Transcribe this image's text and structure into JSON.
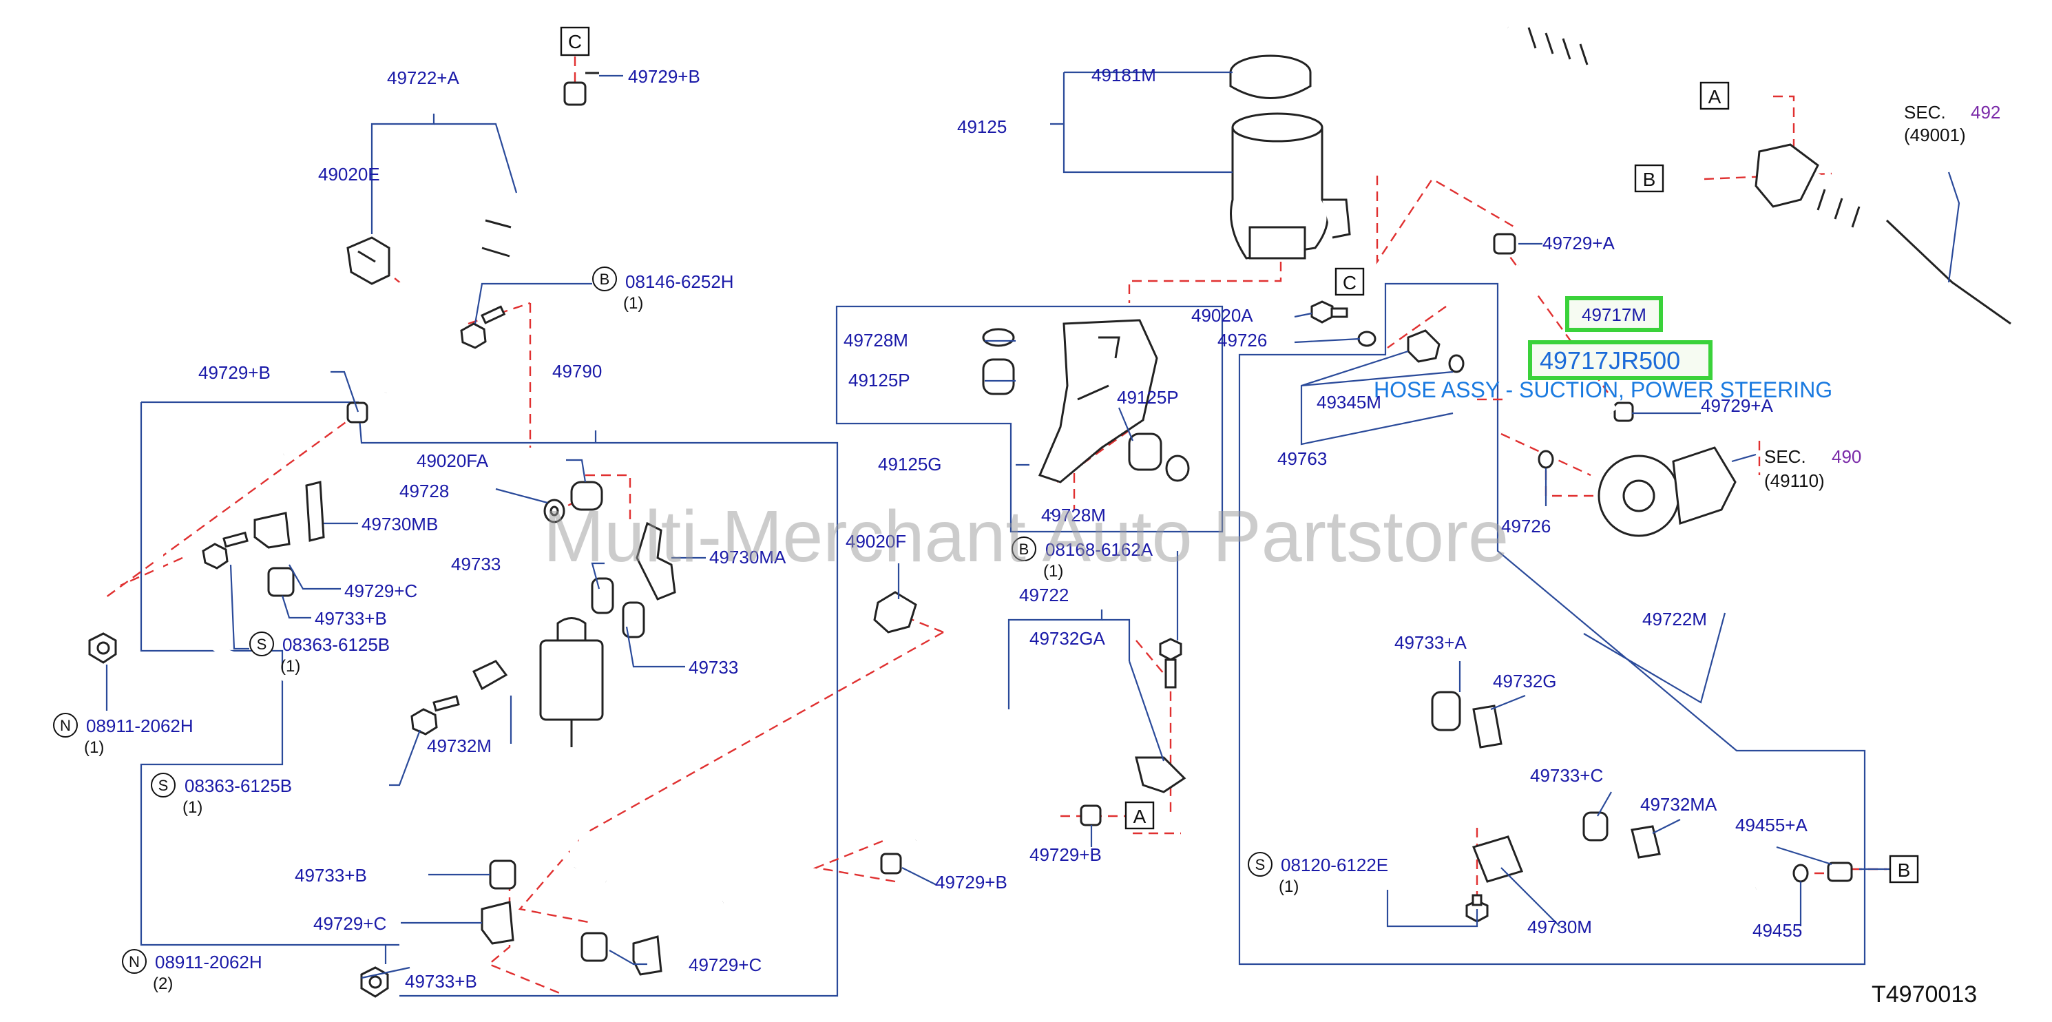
{
  "watermark": "Multi-Merchant Auto Partstore",
  "diagram_code": "T4970013",
  "highlight": {
    "part": "49717M",
    "part_number": "49717JR500",
    "description": "HOSE ASSY - SUCTION, POWER STEERING"
  },
  "sections": {
    "sec1_prefix": "SEC.",
    "sec1_num": "492",
    "sec1_ref": "(49001)",
    "sec2_prefix": "SEC.",
    "sec2_num": "490",
    "sec2_ref": "(49110)"
  },
  "box_letters": {
    "c_top": "C",
    "a_rack": "A",
    "b_rack": "B",
    "c_mid": "C",
    "a_mid": "A",
    "b_right": "B"
  },
  "circle_letters": {
    "b1": "B",
    "s1": "S",
    "n1": "N",
    "s2": "S",
    "n2": "N",
    "b2": "B",
    "s3": "S"
  },
  "labels": {
    "l49722A": "49722+A",
    "l49729B_top": "49729+B",
    "l49020E": "49020E",
    "l08146": "08146-6252H",
    "q08146": "(1)",
    "l49729B_left": "49729+B",
    "l49790": "49790",
    "l49020FA": "49020FA",
    "l49728": "49728",
    "l49730MB": "49730MB",
    "l49729C_a": "49729+C",
    "l49733B_a": "49733+B",
    "l08363_a": "08363-6125B",
    "q08363_a": "(1)",
    "l49733_a": "49733",
    "l49730MA": "49730MA",
    "l49733_b": "49733",
    "l08911_a": "08911-2062H",
    "q08911_a": "(1)",
    "l49732M": "49732M",
    "l08363_b": "08363-6125B",
    "q08363_b": "(1)",
    "l49733B_b": "49733+B",
    "l49729C_b": "49729+C",
    "l08911_b": "08911-2062H",
    "q08911_b": "(2)",
    "l49733B_c": "49733+B",
    "l49729C_c": "49729+C",
    "l49181M": "49181M",
    "l49125": "49125",
    "l49728M_a": "49728M",
    "l49125P_a": "49125P",
    "l49125G": "49125G",
    "l49125P_b": "49125P",
    "l49728M_b": "49728M",
    "l49020F": "49020F",
    "l08168": "08168-6162A",
    "q08168": "(1)",
    "l49722": "49722",
    "l49732GA": "49732GA",
    "l49729B_mid": "49729+B",
    "l49729B_low": "49729+B",
    "l49020A": "49020A",
    "l49726_a": "49726",
    "l49345M": "49345M",
    "l49763": "49763",
    "l49729A_a": "49729+A",
    "l49729A_b": "49729+A",
    "l49726_b": "49726",
    "l49722M": "49722M",
    "l49733A": "49733+A",
    "l49732G": "49732G",
    "l49733C": "49733+C",
    "l49732MA": "49732MA",
    "l49455A": "49455+A",
    "l08120": "08120-6122E",
    "q08120": "(1)",
    "l49730M": "49730M",
    "l49455": "49455"
  }
}
